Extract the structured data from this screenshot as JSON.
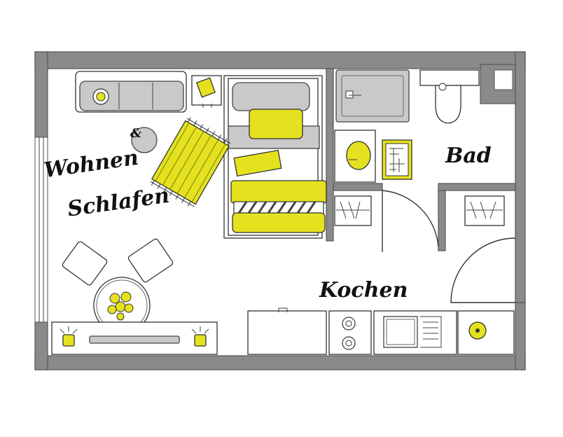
{
  "labels": {
    "wohnen": "Wohnen",
    "amp": "&",
    "schlafen": "Schlafen",
    "bad": "Bad",
    "kochen": "Kochen"
  },
  "colors": {
    "wall": "#8a8a8a",
    "accent": "#e4e21f",
    "furniture_grey": "#c9c9c9",
    "ink": "#333333"
  }
}
